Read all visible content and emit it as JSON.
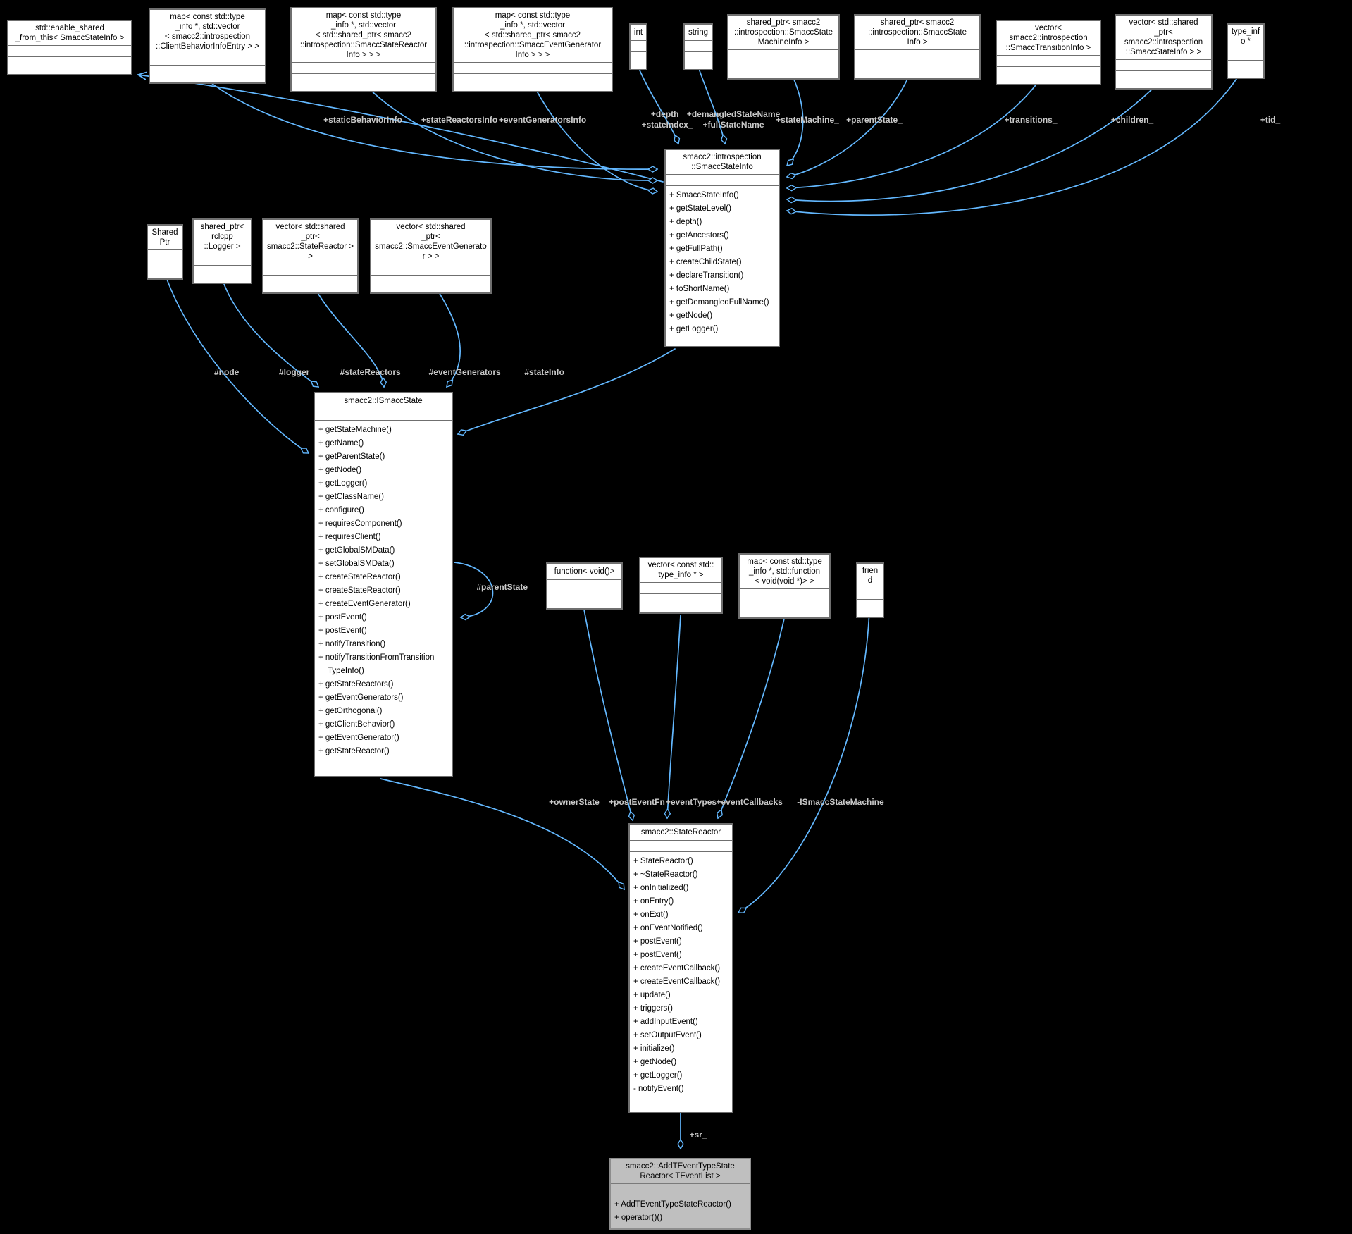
{
  "diagram": {
    "title": "smacc2::AddTEventTypeStateReactor< TEventList > collaboration diagram",
    "colors": {
      "background": "#000000",
      "edge": "#63b8ff",
      "box_fill": "#ffffff",
      "box_border": "#6f6f6f",
      "highlight_fill": "#bfbfbf",
      "edge_label": "#c9c9c9"
    }
  },
  "classes": {
    "enable_shared": {
      "title": "std::enable_shared\n_from_this< SmaccStateInfo >",
      "methods": []
    },
    "map_client_behavior": {
      "title": "map< const std::type\n_info *, std::vector\n< smacc2::introspection\n::ClientBehaviorInfoEntry > >",
      "methods": []
    },
    "map_state_reactor": {
      "title": "map< const std::type\n_info *, std::vector\n< std::shared_ptr< smacc2\n::introspection::SmaccStateReactor\nInfo > > >",
      "methods": []
    },
    "map_event_generator": {
      "title": "map< const std::type\n_info *, std::vector\n< std::shared_ptr< smacc2\n::introspection::SmaccEventGenerator\nInfo > > >",
      "methods": []
    },
    "int_": {
      "title": "int",
      "methods": []
    },
    "string_": {
      "title": "string",
      "methods": []
    },
    "sp_machine_info": {
      "title": "shared_ptr< smacc2\n::introspection::SmaccState\nMachineInfo >",
      "methods": []
    },
    "sp_state_info": {
      "title": "shared_ptr< smacc2\n::introspection::SmaccState\nInfo >",
      "methods": []
    },
    "vec_transitions": {
      "title": "vector< smacc2::introspection\n::SmaccTransitionInfo >",
      "methods": []
    },
    "vec_children": {
      "title": "vector< std::shared\n_ptr< smacc2::introspection\n::SmaccStateInfo > >",
      "methods": []
    },
    "type_info_ptr": {
      "title": "type_info *",
      "methods": []
    },
    "smacc_state_info": {
      "title": "smacc2::introspection\n::SmaccStateInfo",
      "methods": [
        "+ SmaccStateInfo()",
        "+ getStateLevel()",
        "+ depth()",
        "+ getAncestors()",
        "+ getFullPath()",
        "+ createChildState()",
        "+ declareTransition()",
        "+ toShortName()",
        "+ getDemangledFullName()",
        "+ getNode()",
        "+ getLogger()"
      ]
    },
    "shared_ptr_node": {
      "title": "SharedPtr",
      "methods": []
    },
    "sp_logger": {
      "title": "shared_ptr< rclcpp\n::Logger >",
      "methods": []
    },
    "vec_state_reactors": {
      "title": "vector< std::shared\n_ptr< smacc2::StateReactor > >",
      "methods": []
    },
    "vec_event_generators": {
      "title": "vector< std::shared\n_ptr< smacc2::SmaccEventGenerator > >",
      "methods": []
    },
    "ismacc_state": {
      "title": "smacc2::ISmaccState",
      "methods": [
        "+ getStateMachine()",
        "+ getName()",
        "+ getParentState()",
        "+ getNode()",
        "+ getLogger()",
        "+ getClassName()",
        "+ configure()",
        "+ requiresComponent()",
        "+ requiresClient()",
        "+ getGlobalSMData()",
        "+ setGlobalSMData()",
        "+ createStateReactor()",
        "+ createStateReactor()",
        "+ createEventGenerator()",
        "+ postEvent()",
        "+ postEvent()",
        "+ notifyTransition()",
        "+ notifyTransitionFromTransition TypeInfo()",
        "+ getStateReactors()",
        "+ getEventGenerators()",
        "+ getOrthogonal()",
        "+ getClientBehavior()",
        "+ getEventGenerator()",
        "+ getStateReactor()"
      ]
    },
    "function_void": {
      "title": "function< void()>",
      "methods": []
    },
    "vec_type_info": {
      "title": "vector< const std::\ntype_info * >",
      "methods": []
    },
    "map_event_callback": {
      "title": "map< const std::type\n_info *, std::function\n< void(void *)> >",
      "methods": []
    },
    "friend_": {
      "title": "friend",
      "methods": []
    },
    "state_reactor": {
      "title": "smacc2::StateReactor",
      "methods": [
        "+ StateReactor()",
        "+ ~StateReactor()",
        "+ onInitialized()",
        "+ onEntry()",
        "+ onExit()",
        "+ onEventNotified()",
        "+ postEvent()",
        "+ postEvent()",
        "+ createEventCallback()",
        "+ createEventCallback()",
        "+ update()",
        "+ triggers()",
        "+ addInputEvent()",
        "+ setOutputEvent()",
        "+ initialize()",
        "+ getNode()",
        "+ getLogger()",
        "- notifyEvent()"
      ]
    },
    "add_tevent_type_state_reactor": {
      "title": "smacc2::AddTEventTypeState\nReactor< TEventList >",
      "methods": [
        "+ AddTEventTypeStateReactor()",
        "+ operator()()"
      ]
    }
  },
  "edge_labels": {
    "static_behavior_info": "+staticBehaviorInfo",
    "state_reactors_info": "+stateReactorsInfo",
    "event_generators_info": "+eventGeneratorsInfo",
    "depth_": "+depth_",
    "state_index_": "+stateIndex_",
    "demangled_state_name": "+demangledStateName",
    "full_state_name": "+fullStateName",
    "state_machine_": "+stateMachine_",
    "parent_state_": "+parentState_",
    "transitions_": "+transitions_",
    "children_": "+children_",
    "tid_": "+tid_",
    "node_": "#node_",
    "logger_": "#logger_",
    "state_reactors_": "#stateReactors_",
    "event_generators_": "#eventGenerators_",
    "state_info_": "#stateInfo_",
    "parent_state_self": "#parentState_",
    "owner_state": "+ownerState",
    "post_event_fn": "+postEventFn",
    "event_types": "+eventTypes",
    "event_callbacks_": "+eventCallbacks_",
    "ismacc_state_machine": "-ISmaccStateMachine",
    "sr_": "+sr_"
  }
}
